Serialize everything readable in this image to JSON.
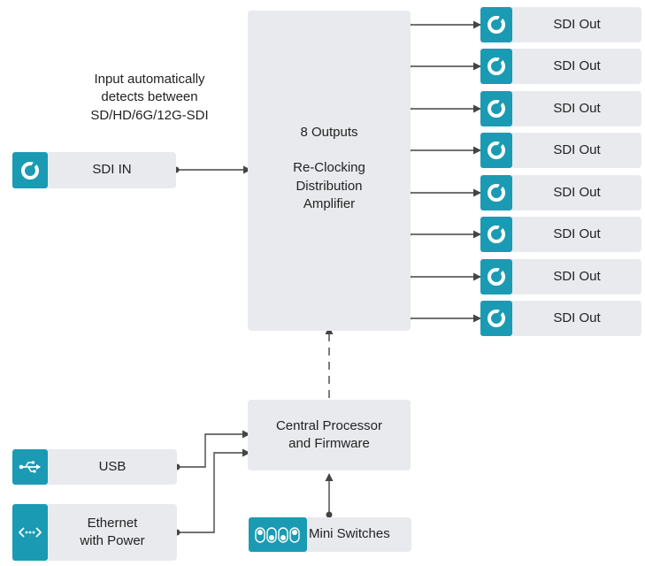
{
  "input_note": {
    "line1": "Input automatically",
    "line2": "detects between",
    "line3": "SD/HD/6G/12G-SDI"
  },
  "sdi_in": {
    "label": "SDI IN",
    "icon": "sdi-connector-icon"
  },
  "amplifier": {
    "outputs_label": "8 Outputs",
    "line1": "Re-Clocking",
    "line2": "Distribution",
    "line3": "Amplifier"
  },
  "outputs": [
    {
      "label": "SDI Out"
    },
    {
      "label": "SDI Out"
    },
    {
      "label": "SDI Out"
    },
    {
      "label": "SDI Out"
    },
    {
      "label": "SDI Out"
    },
    {
      "label": "SDI Out"
    },
    {
      "label": "SDI Out"
    },
    {
      "label": "SDI Out"
    }
  ],
  "processor": {
    "line1": "Central Processor",
    "line2": "and Firmware"
  },
  "usb": {
    "label": "USB",
    "icon": "usb-icon"
  },
  "ethernet": {
    "line1": "Ethernet",
    "line2": "with Power",
    "icon": "ethernet-icon"
  },
  "mini_switches": {
    "label": "Mini Switches",
    "icon": "dip-switch-icon"
  },
  "colors": {
    "accent": "#1a9bb3",
    "box": "#e8eaee",
    "line": "#444444"
  }
}
